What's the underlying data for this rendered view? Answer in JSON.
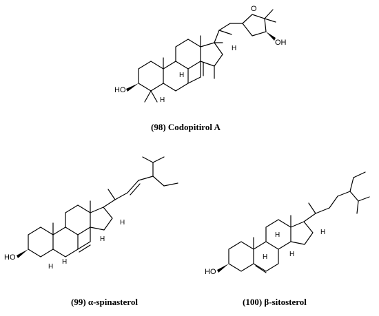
{
  "figure": {
    "compounds": [
      {
        "id": "98",
        "caption": "(98) Codopitirol A",
        "atom_labels": {
          "hydroxyl_a": "HO",
          "hydroxyl_b": "OH",
          "ring_oxygen": "O",
          "h1": "H",
          "h2": "H",
          "h3": "H"
        }
      },
      {
        "id": "99",
        "caption": "(99) α-spinasterol",
        "atom_labels": {
          "hydroxyl": "HO",
          "h1": "H",
          "h2": "H",
          "h3": "H",
          "h4": "H"
        }
      },
      {
        "id": "100",
        "caption": "(100) β-sitosterol",
        "atom_labels": {
          "hydroxyl": "HO",
          "h1": "H",
          "h2": "H",
          "h3": "H",
          "h4": "H"
        }
      }
    ]
  }
}
